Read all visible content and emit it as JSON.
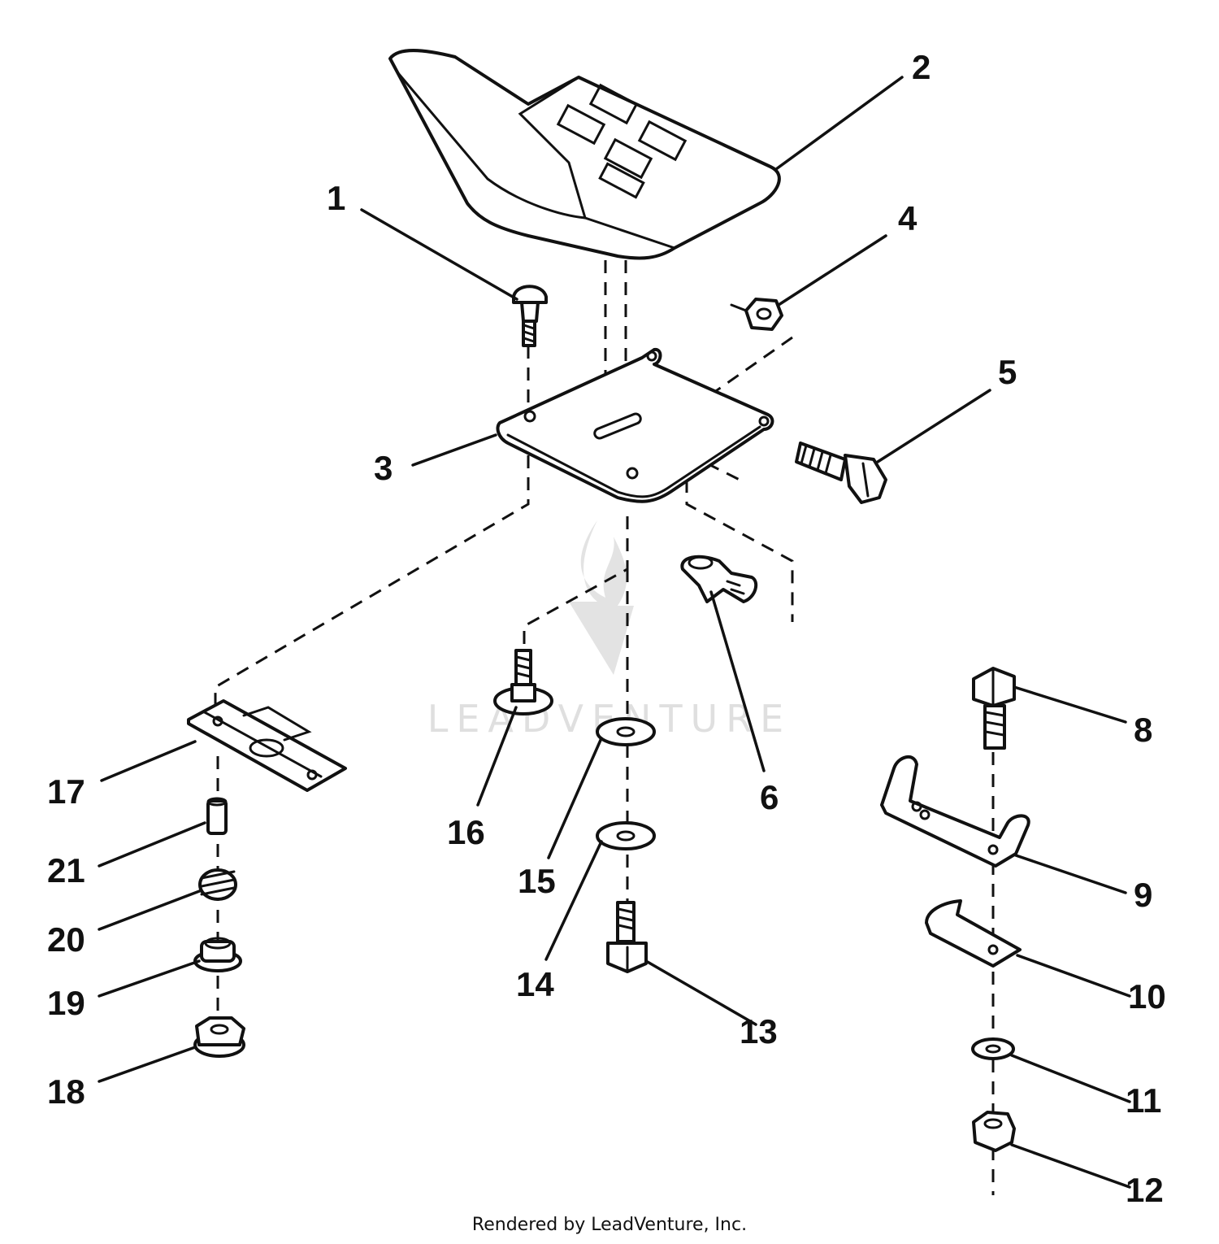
{
  "diagram": {
    "callouts": [
      {
        "id": "1",
        "label": "1"
      },
      {
        "id": "2",
        "label": "2"
      },
      {
        "id": "3",
        "label": "3"
      },
      {
        "id": "4",
        "label": "4"
      },
      {
        "id": "5",
        "label": "5"
      },
      {
        "id": "6",
        "label": "6"
      },
      {
        "id": "8",
        "label": "8"
      },
      {
        "id": "9",
        "label": "9"
      },
      {
        "id": "10",
        "label": "10"
      },
      {
        "id": "11",
        "label": "11"
      },
      {
        "id": "12",
        "label": "12"
      },
      {
        "id": "13",
        "label": "13"
      },
      {
        "id": "14",
        "label": "14"
      },
      {
        "id": "15",
        "label": "15"
      },
      {
        "id": "16",
        "label": "16"
      },
      {
        "id": "17",
        "label": "17"
      },
      {
        "id": "18",
        "label": "18"
      },
      {
        "id": "19",
        "label": "19"
      },
      {
        "id": "20",
        "label": "20"
      },
      {
        "id": "21",
        "label": "21"
      }
    ]
  },
  "watermark": {
    "text": "LEADVENTURE"
  },
  "footer": {
    "credit": "Rendered by LeadVenture, Inc."
  }
}
